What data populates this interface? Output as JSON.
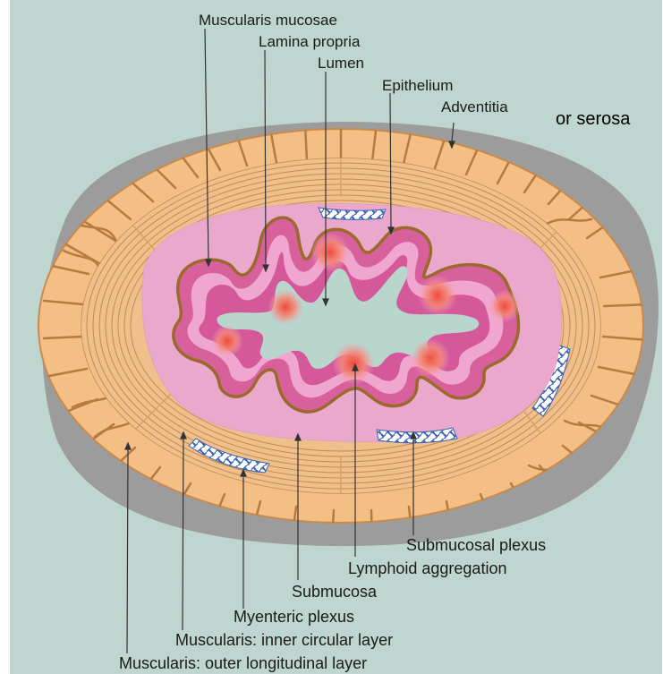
{
  "labels": {
    "muscularis_mucosae": "Muscularis mucosae",
    "lamina_propria": "Lamina propria",
    "lumen": "Lumen",
    "epithelium": "Epithelium",
    "adventitia": "Adventitia",
    "or_serosa": "or serosa",
    "submucosal_plexus": "Submucosal plexus",
    "lymphoid_aggregation": "Lymphoid aggregation",
    "submucosa": "Submucosa",
    "myenteric_plexus": "Myenteric plexus",
    "muscularis_inner": "Muscularis: inner circular layer",
    "muscularis_outer": "Muscularis: outer longitudinal layer"
  },
  "colors": {
    "background": "#bfd6d0",
    "serosa_gray": "#9c9c9c",
    "muscle_orange": "#f3bf84",
    "muscle_line": "#b77a3f",
    "submucosa_pink": "#eba8cd",
    "mucosa_magenta": "#d8619d",
    "mucosa_border": "#9a6a2a",
    "lumen": "#b8d6cc",
    "lymphoid": "#f06a5a",
    "plexus_blue": "#3a62b0"
  }
}
